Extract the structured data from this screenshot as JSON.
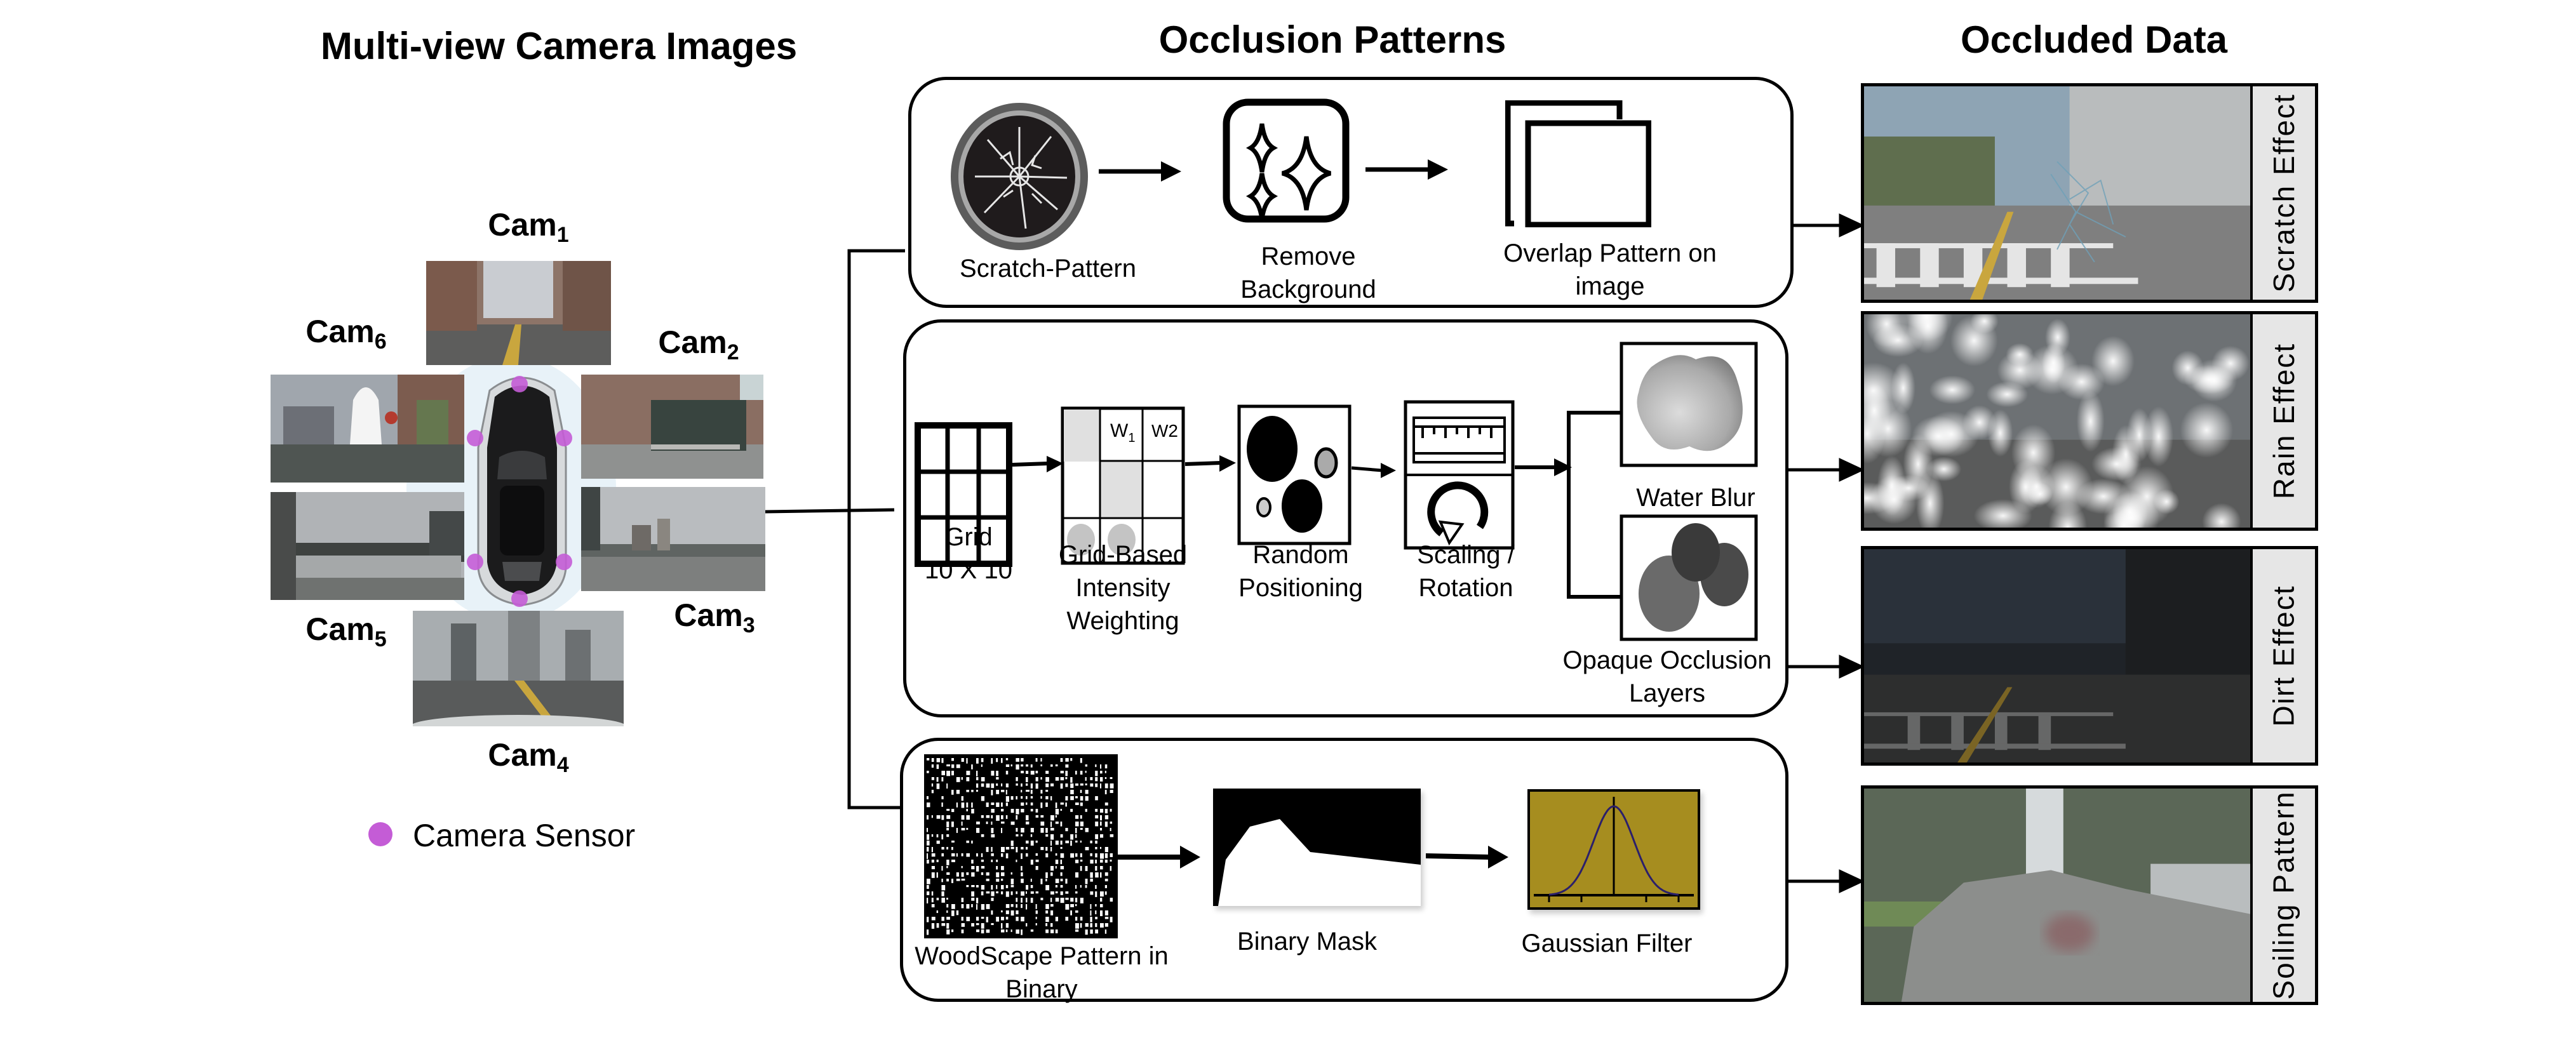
{
  "headers": {
    "left": "Multi-view Camera Images",
    "middle": "Occlusion Patterns",
    "right": "Occluded Data"
  },
  "cameras": [
    {
      "id": "cam1",
      "base": "Cam",
      "sub": "1"
    },
    {
      "id": "cam2",
      "base": "Cam",
      "sub": "2"
    },
    {
      "id": "cam3",
      "base": "Cam",
      "sub": "3"
    },
    {
      "id": "cam4",
      "base": "Cam",
      "sub": "4"
    },
    {
      "id": "cam5",
      "base": "Cam",
      "sub": "5"
    },
    {
      "id": "cam6",
      "base": "Cam",
      "sub": "6"
    }
  ],
  "legend": {
    "label": "Camera Sensor",
    "color": "#c45cd6"
  },
  "scratch_pipeline": {
    "steps": [
      {
        "icon": "cracked-lens-icon",
        "label": "Scratch-Pattern"
      },
      {
        "icon": "sparkles-icon",
        "label_lines": [
          "Remove",
          "Background"
        ]
      },
      {
        "icon": "overlap-pages-icon",
        "label_lines": [
          "Overlap Pattern on",
          "image"
        ]
      }
    ]
  },
  "rain_dirt_pipeline": {
    "steps": [
      {
        "icon": "grid-icon",
        "label_lines": [
          "Grid",
          "10 X 10"
        ]
      },
      {
        "icon": "weighted-grid-icon",
        "label_lines": [
          "Grid-Based",
          "Intensity",
          "Weighting"
        ],
        "weights": [
          "W1",
          "W2"
        ]
      },
      {
        "icon": "random-circles-icon",
        "label_lines": [
          "Random",
          "Positioning"
        ]
      },
      {
        "icon": "ruler-rotate-icon",
        "label_lines": [
          "Scaling /",
          "Rotation"
        ]
      }
    ],
    "branches": [
      {
        "icon": "water-blob-icon",
        "label": "Water Blur"
      },
      {
        "icon": "opaque-circles-icon",
        "label_lines": [
          "Opaque Occlusion",
          "Layers"
        ]
      }
    ]
  },
  "soiling_pipeline": {
    "steps": [
      {
        "icon": "woodscape-binary-icon",
        "label_lines": [
          "WoodScape Pattern in",
          "Binary"
        ]
      },
      {
        "icon": "binary-mask-icon",
        "label": "Binary Mask"
      },
      {
        "icon": "gaussian-curve-icon",
        "label": "Gaussian Filter",
        "color": "#a68d1f"
      }
    ]
  },
  "outputs": [
    {
      "label": "Scratch Effect"
    },
    {
      "label": "Rain Effect"
    },
    {
      "label": "Dirt Effect"
    },
    {
      "label": "Soiling Pattern"
    }
  ]
}
